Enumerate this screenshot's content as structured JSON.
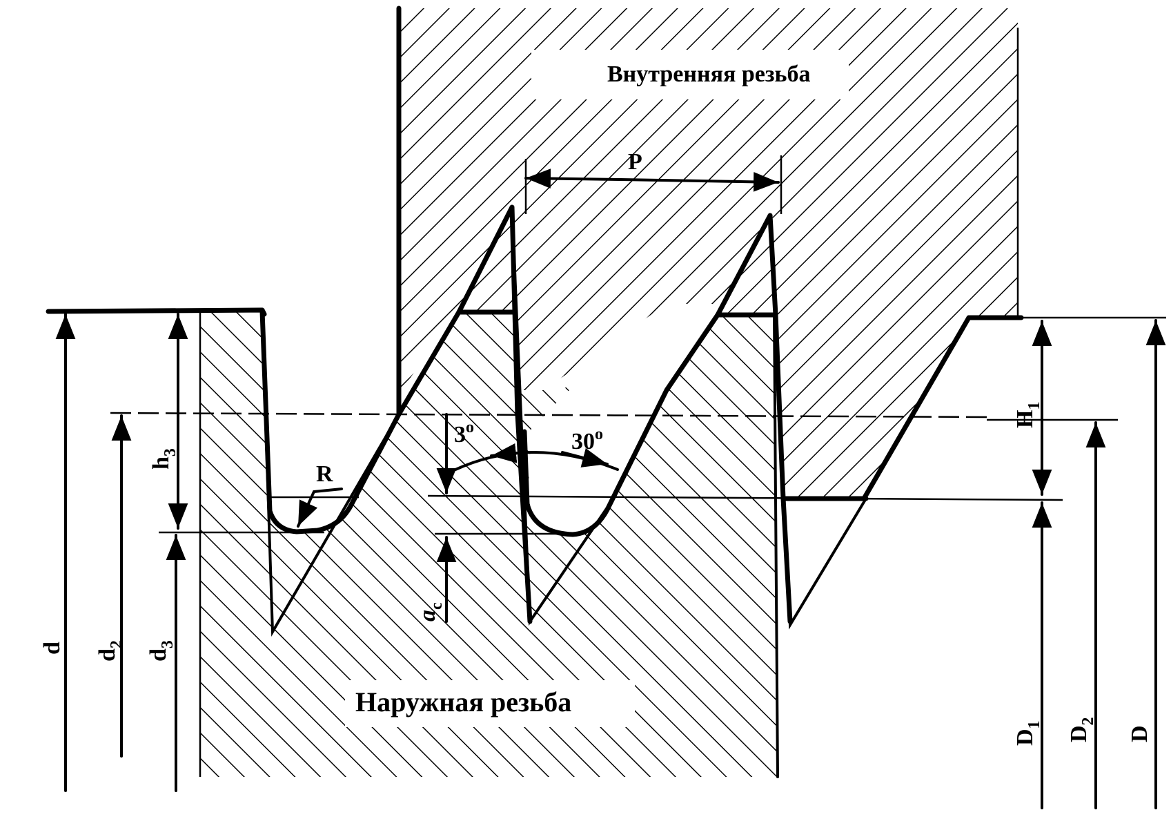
{
  "labels": {
    "internal_thread": "Внутренняя резьба",
    "external_thread": "Наружная резьба",
    "pitch": "P",
    "radius": "R",
    "angle_small": "3",
    "angle_small_sup": "o",
    "angle_large": "30",
    "angle_large_sup": "o",
    "d": "d",
    "d2": "d",
    "d2_sub": "2",
    "d3": "d",
    "d3_sub": "3",
    "h3": "h",
    "h3_sub": "3",
    "ac": "a",
    "ac_sub": "c",
    "H1": "H",
    "H1_sub": "1",
    "D1": "D",
    "D1_sub": "1",
    "D2": "D",
    "D2_sub": "2",
    "D": "D"
  },
  "colors": {
    "ink": "#000000",
    "paper": "#ffffff"
  }
}
